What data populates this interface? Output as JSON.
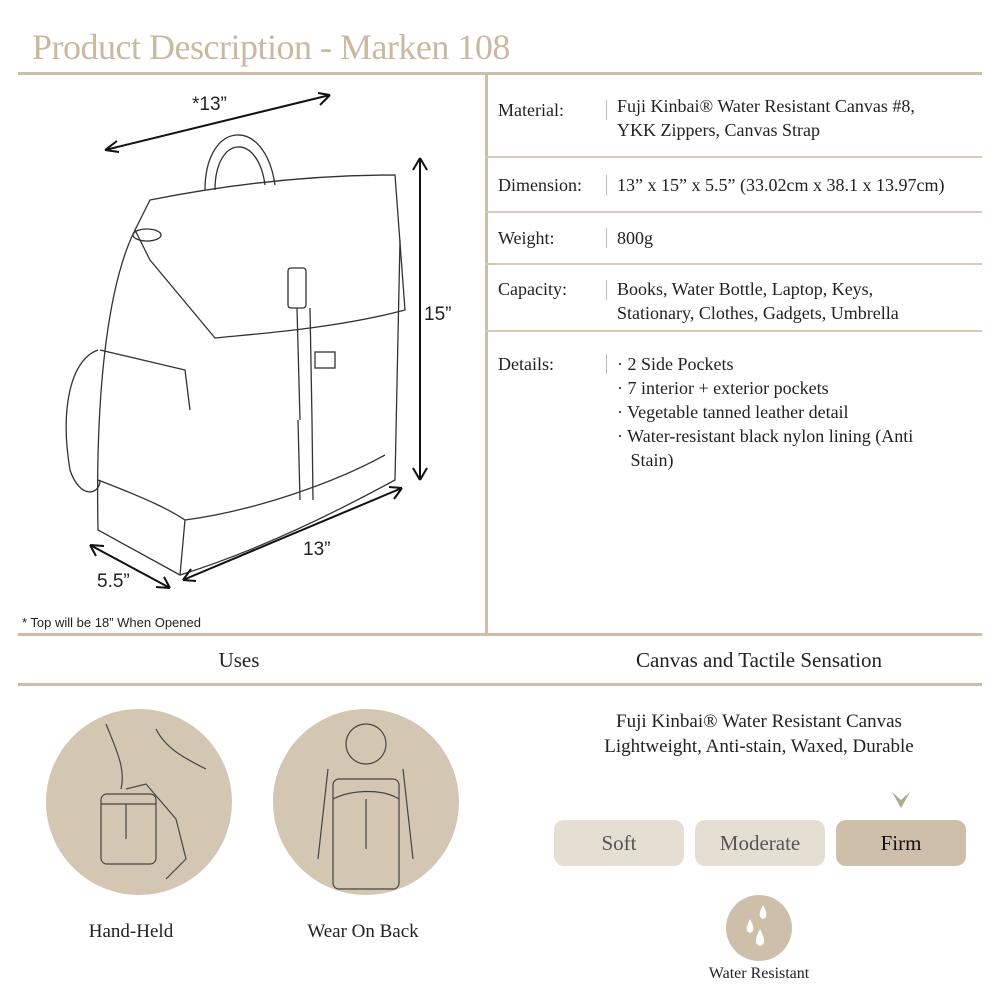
{
  "title": "Product Description - Marken 108",
  "diagram": {
    "top_width": "*13”",
    "height": "15”",
    "bottom_width": "13”",
    "depth": "5.5”",
    "footnote": "* Top will be 18” When Opened"
  },
  "specs": [
    {
      "label": "Material:",
      "lines": [
        "Fuji Kinbai® Water Resistant Canvas #8,",
        "YKK Zippers, Canvas Strap"
      ]
    },
    {
      "label": "Dimension:",
      "lines": [
        "13” x 15” x 5.5” (33.02cm x 38.1 x 13.97cm)"
      ]
    },
    {
      "label": "Weight:",
      "lines": [
        "800g"
      ]
    },
    {
      "label": "Capacity:",
      "lines": [
        "Books, Water Bottle, Laptop, Keys,",
        "Stationary, Clothes, Gadgets, Umbrella"
      ]
    },
    {
      "label": "Details:",
      "lines": [
        "· 2 Side Pockets",
        "· 7 interior + exterior pockets",
        "· Vegetable tanned leather detail",
        "· Water-resistant black nylon lining (Anti",
        "   Stain)"
      ]
    }
  ],
  "uses": {
    "heading": "Uses",
    "items": [
      "Hand-Held",
      "Wear On Back"
    ]
  },
  "canvas": {
    "heading": "Canvas and Tactile Sensation",
    "line1": "Fuji Kinbai® Water Resistant Canvas",
    "line2": "Lightweight, Anti-stain, Waxed, Durable",
    "scale": [
      "Soft",
      "Moderate",
      "Firm"
    ],
    "selected": "Firm",
    "feature": "Water Resistant"
  },
  "colors": {
    "accent": "#cbbfa9",
    "title": "#c9b9a0",
    "selected": "#cdbfaa",
    "unselected": "#e5ded2"
  }
}
